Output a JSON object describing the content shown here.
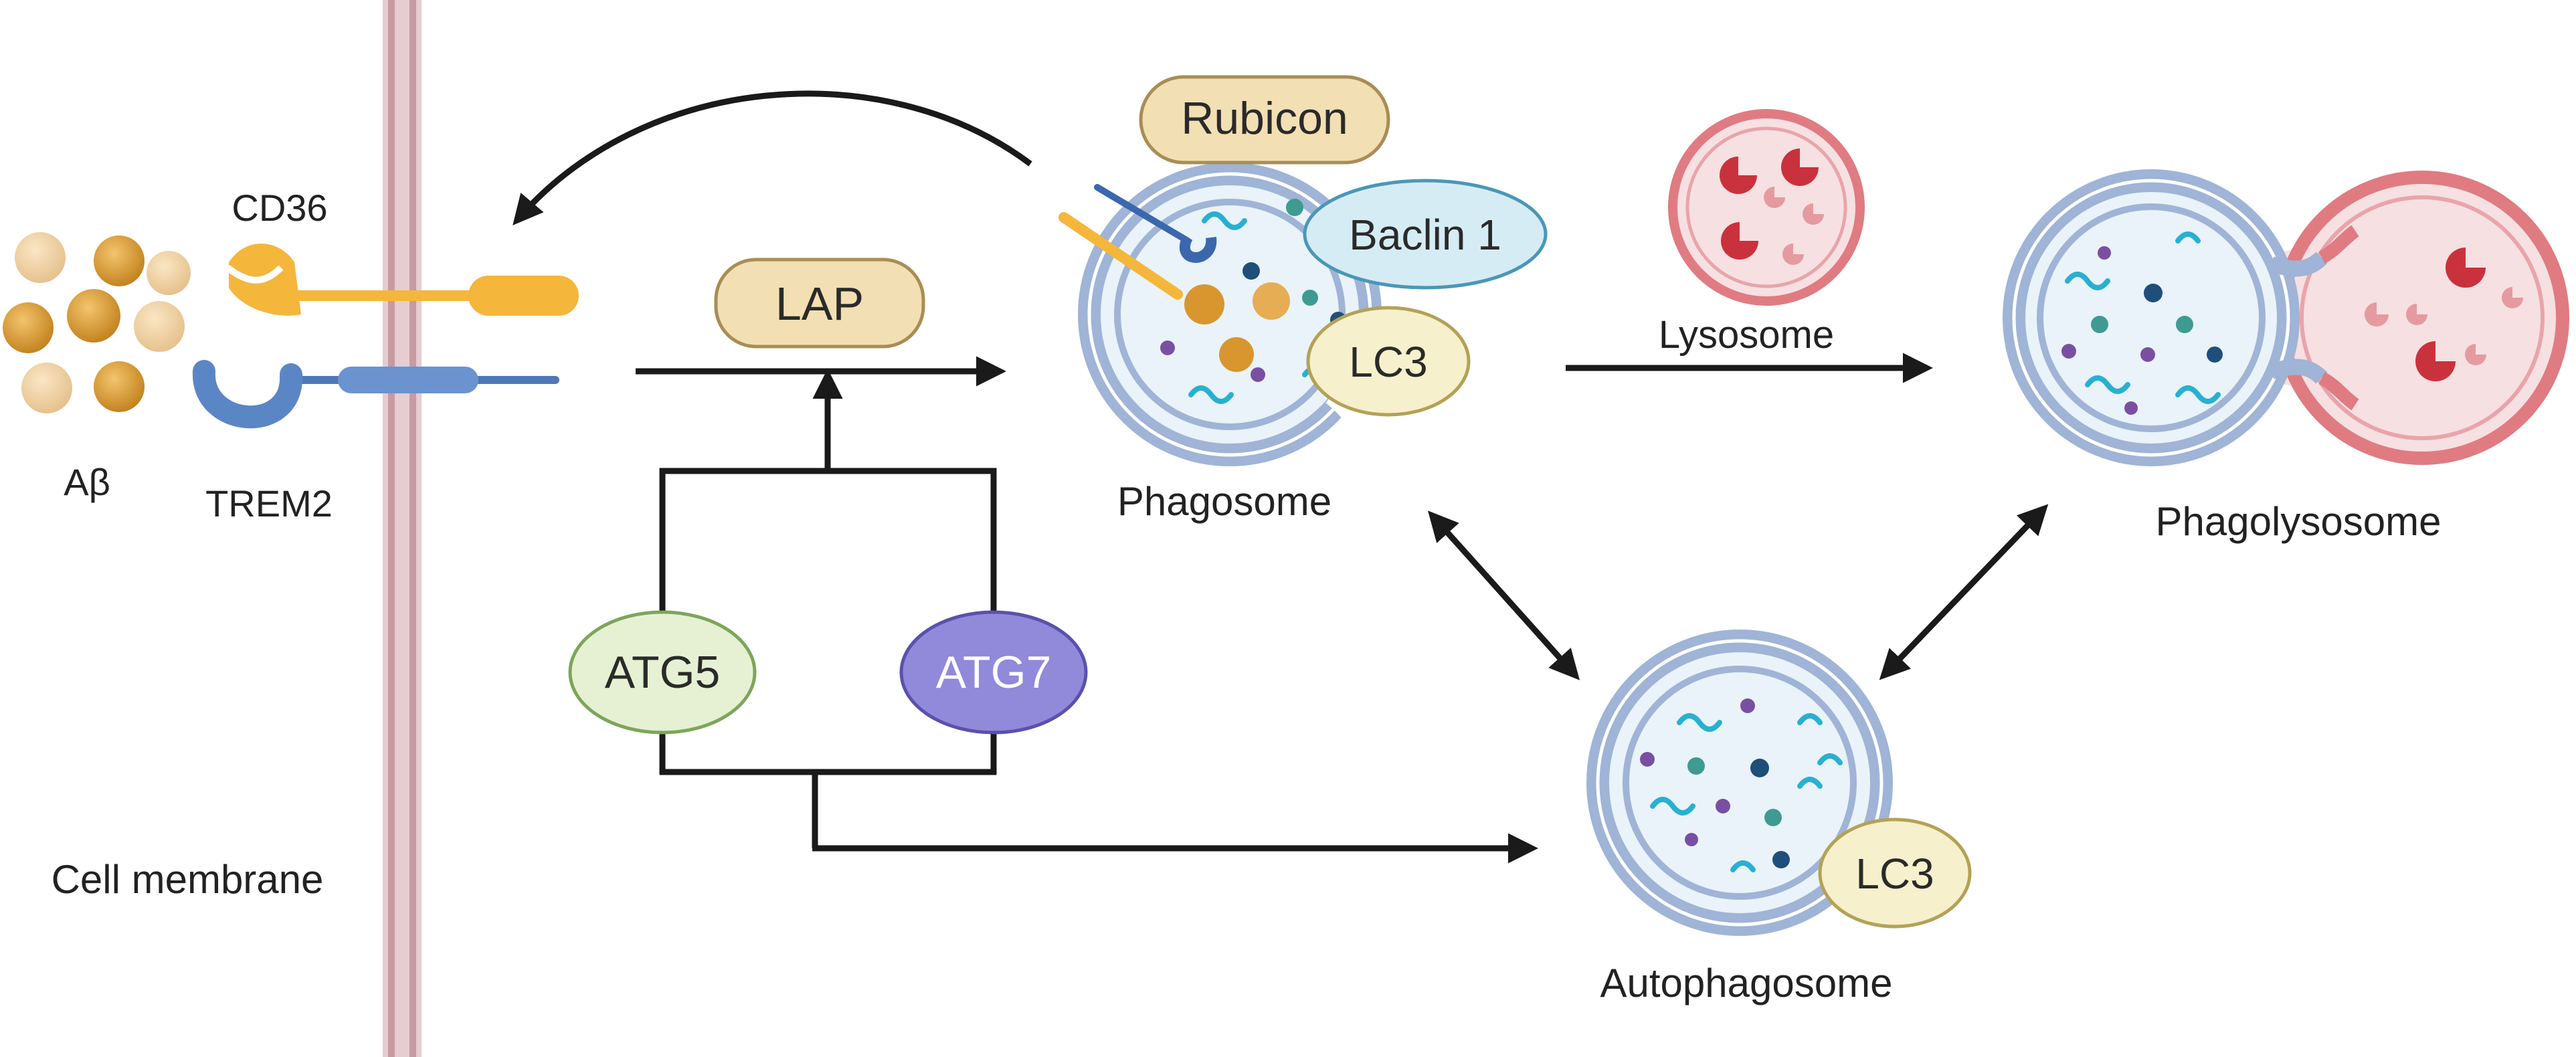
{
  "labels": {
    "abeta": "Aβ",
    "cd36": "CD36",
    "trem2": "TREM2",
    "cell_membrane": "Cell membrane",
    "phagosome": "Phagosome",
    "lysosome": "Lysosome",
    "phagolysosome": "Phagolysosome",
    "autophagosome": "Autophagosome"
  },
  "nodes": {
    "lap": "LAP",
    "rubicon": "Rubicon",
    "baclin1": "Baclin 1",
    "lc3_phagosome": "LC3",
    "lc3_autophagosome": "LC3",
    "atg5": "ATG5",
    "atg7": "ATG7"
  },
  "colors": {
    "membrane": "#d9b7bd",
    "cd36": "#f5b63c",
    "trem2": "#5b86c5",
    "abeta": "#d9962e",
    "vesicle": "#9fb4d6",
    "lysosome": "#e07b82",
    "lysosome_enzyme": "#c9323c",
    "lap_fill": "#f2dfb3",
    "baclin_fill": "#d6ecf5",
    "lc3_fill": "#f6f0cc",
    "atg5_fill": "#e6f1d3",
    "atg7_fill": "#9189d9"
  }
}
